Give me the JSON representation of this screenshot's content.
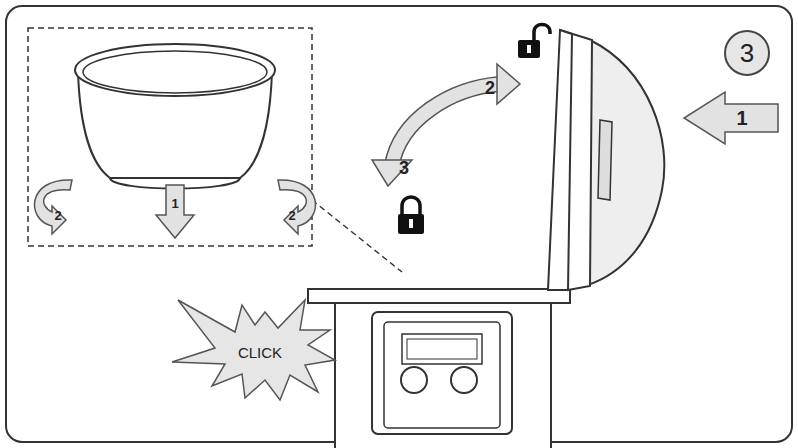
{
  "diagram": {
    "labels": [
      "3",
      "1",
      "2",
      "3",
      "2",
      "1",
      "2",
      "CLICK"
    ]
  }
}
